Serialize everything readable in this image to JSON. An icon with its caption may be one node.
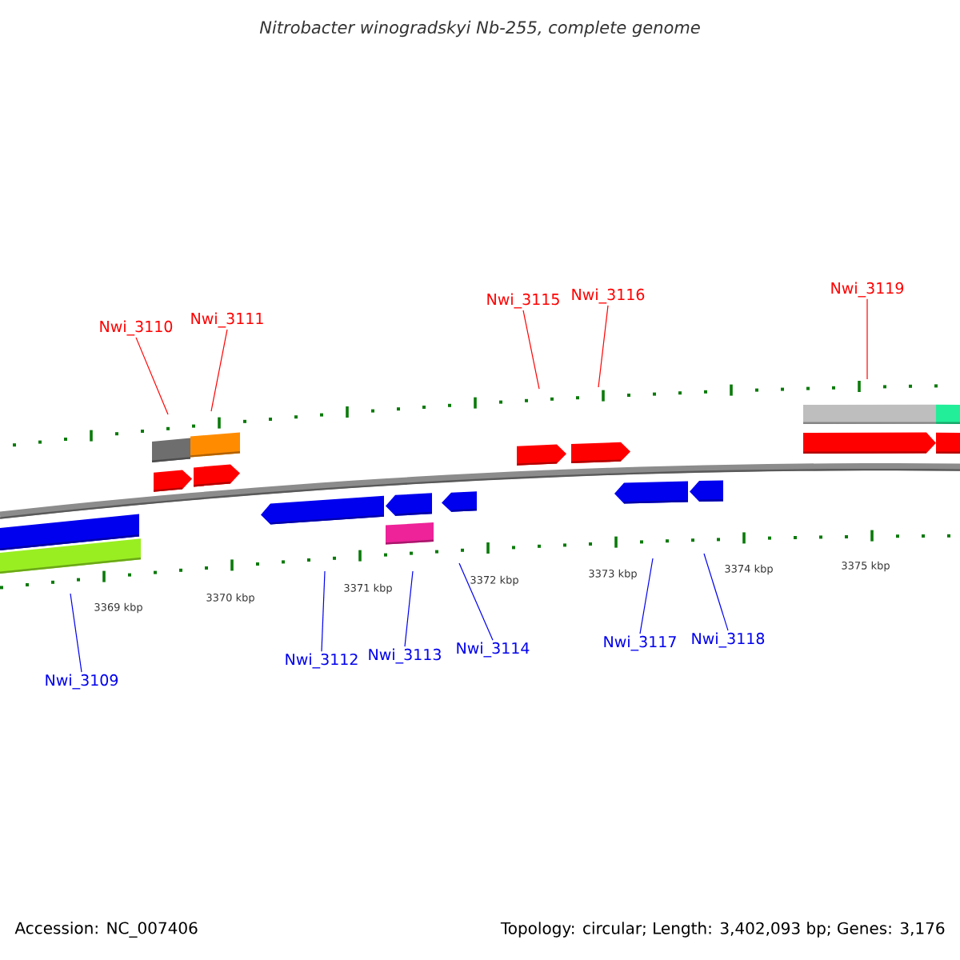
{
  "diagram": {
    "title": "*Nitrobacter winogradskyi* Nb-255, complete genome",
    "nodes": [
      {
        "text": [
          "Nwi_3110"
        ]
      },
      {
        "text": [
          "Nwi_3111"
        ]
      },
      {
        "text": [
          "Nwi_3115"
        ]
      },
      {
        "text": [
          "Nwi_3116"
        ]
      },
      {
        "text": [
          "Nwi_3119"
        ]
      },
      {
        "text": [
          "Nwi_3109"
        ]
      },
      {
        "text": [
          "Nwi_3112"
        ]
      },
      {
        "text": [
          "Nwi_3113"
        ]
      },
      {
        "text": [
          "Nwi_3114"
        ]
      },
      {
        "text": [
          "Nwi_3117"
        ]
      },
      {
        "text": [
          "Nwi_3118"
        ]
      }
    ],
    "edges": [
      {
        "from": 0,
        "to": null,
        "arrow": "none",
        "color": "#ff0000"
      },
      {
        "from": 1,
        "to": null,
        "arrow": "none",
        "color": "#ff0000"
      },
      {
        "from": 2,
        "to": null,
        "arrow": "none",
        "color": "#ff0000"
      },
      {
        "from": 3,
        "to": null,
        "arrow": "none",
        "color": "#ff0000"
      },
      {
        "from": 4,
        "to": null,
        "arrow": "none",
        "color": "#ff0000"
      },
      {
        "from": 5,
        "to": null,
        "arrow": "none"
      },
      {
        "from": 6,
        "to": null,
        "arrow": "none"
      },
      {
        "from": 7,
        "to": null,
        "arrow": "none"
      },
      {
        "from": 8,
        "to": null,
        "arrow": "none"
      },
      {
        "from": 9,
        "to": null,
        "arrow": "none"
      },
      {
        "from": 10,
        "to": null,
        "arrow": "none"
      }
    ],
    "labels": [
      "3369 kbp",
      "3370 kbp",
      "3371 kbp",
      "3372 kbp",
      "3373 kbp",
      "3374 kbp",
      "3375 kbp",
      "Accession: NC_007406",
      "Topology: circular; Length: 3,402,093 bp; Genes: 3,176"
    ]
  }
}
